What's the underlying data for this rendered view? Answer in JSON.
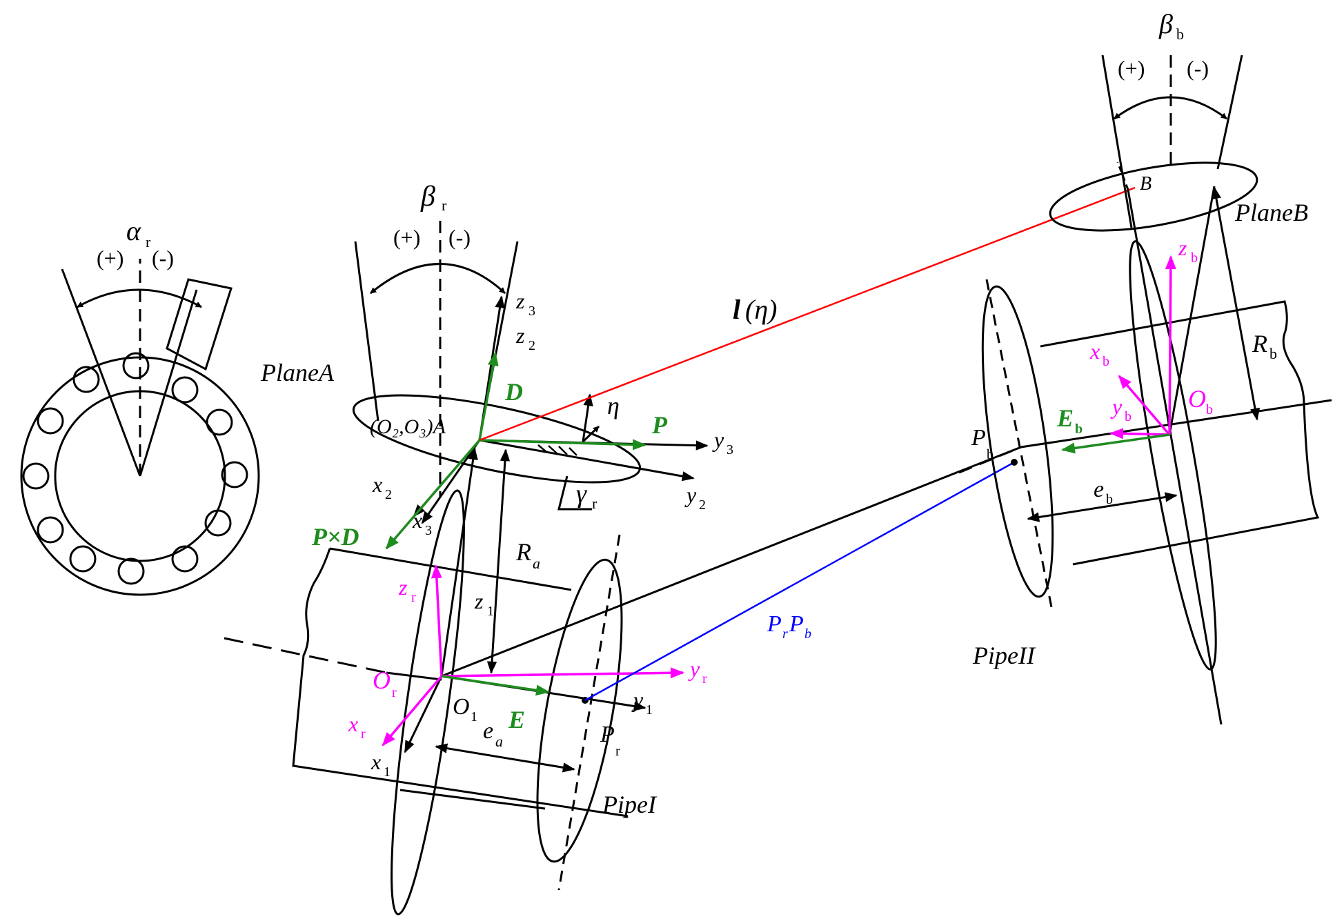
{
  "colors": {
    "line": "#000000",
    "green_vectors": "#1e8c1e",
    "magenta_frames": "#ff00ff",
    "red_line": "#ff0000",
    "blue_line": "#0000ff"
  },
  "angle_labels": {
    "alpha": "α",
    "alpha_sub": "r",
    "beta_r": "β",
    "beta_r_sub": "r",
    "beta_b": "β",
    "beta_b_sub": "b",
    "gamma": "γ",
    "gamma_sub": "r",
    "plus": "(+)",
    "minus": "(-)"
  },
  "plane_labels": {
    "plane_a": "PlaneA",
    "plane_b": "PlaneB"
  },
  "pipe_labels": {
    "pipe_1": "PipeI",
    "pipe_2": "PipeII"
  },
  "point_labels": {
    "a_point": "(O₂,O₃)A",
    "b_point": "B",
    "o1": "O",
    "o1_sub": "1",
    "or": "O",
    "or_sub": "r",
    "ob": "O",
    "ob_sub": "b",
    "pr": "P",
    "pr_sub": "r",
    "pb": "P",
    "pb_sub": "b"
  },
  "axis_labels": {
    "z3": "z",
    "z3_sub": "3",
    "z2": "z",
    "z2_sub": "2",
    "y3": "y",
    "y3_sub": "3",
    "y2": "y",
    "y2_sub": "2",
    "x2": "x",
    "x2_sub": "2",
    "x3": "x",
    "x3_sub": "3",
    "z1": "z",
    "z1_sub": "1",
    "y1": "y",
    "y1_sub": "1",
    "x1": "x",
    "x1_sub": "1",
    "eta": "η",
    "zr": "z",
    "zr_sub": "r",
    "yr": "y",
    "yr_sub": "r",
    "xr": "x",
    "xr_sub": "r",
    "zb": "z",
    "zb_sub": "b",
    "yb": "y",
    "yb_sub": "b",
    "xb": "x",
    "xb_sub": "b"
  },
  "dimension_labels": {
    "ra": "R",
    "ra_sub": "a",
    "rb": "R",
    "rb_sub": "b",
    "ea": "e",
    "ea_sub": "a",
    "eb": "e",
    "eb_sub": "b"
  },
  "vector_labels": {
    "d": "D",
    "p": "P",
    "pxd": "P×D",
    "e": "E",
    "eb": "E",
    "eb_sub": "b"
  },
  "line_labels": {
    "l_eta_main": "l",
    "l_eta_arg": "(η)",
    "prpb_1": "P",
    "prpb_1_sub": "r",
    "prpb_2": "P",
    "prpb_2_sub": "b"
  }
}
